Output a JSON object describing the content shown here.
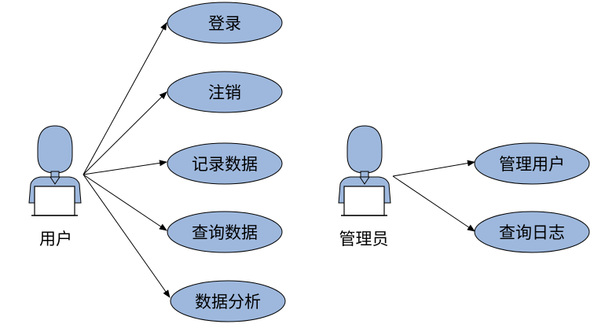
{
  "colors": {
    "ellipse_fill": "#9eb8dd",
    "stroke": "#000000",
    "actor_fill": "#9eb8dd",
    "laptop_fill": "#ffffff"
  },
  "actors": {
    "user": {
      "label": "用户",
      "icon": "user-laptop-icon",
      "use_cases": [
        "登录",
        "注销",
        "记录数据",
        "查询数据",
        "数据分析"
      ]
    },
    "admin": {
      "label": "管理员",
      "icon": "user-laptop-icon",
      "use_cases": [
        "管理用户",
        "查询日志"
      ]
    }
  }
}
